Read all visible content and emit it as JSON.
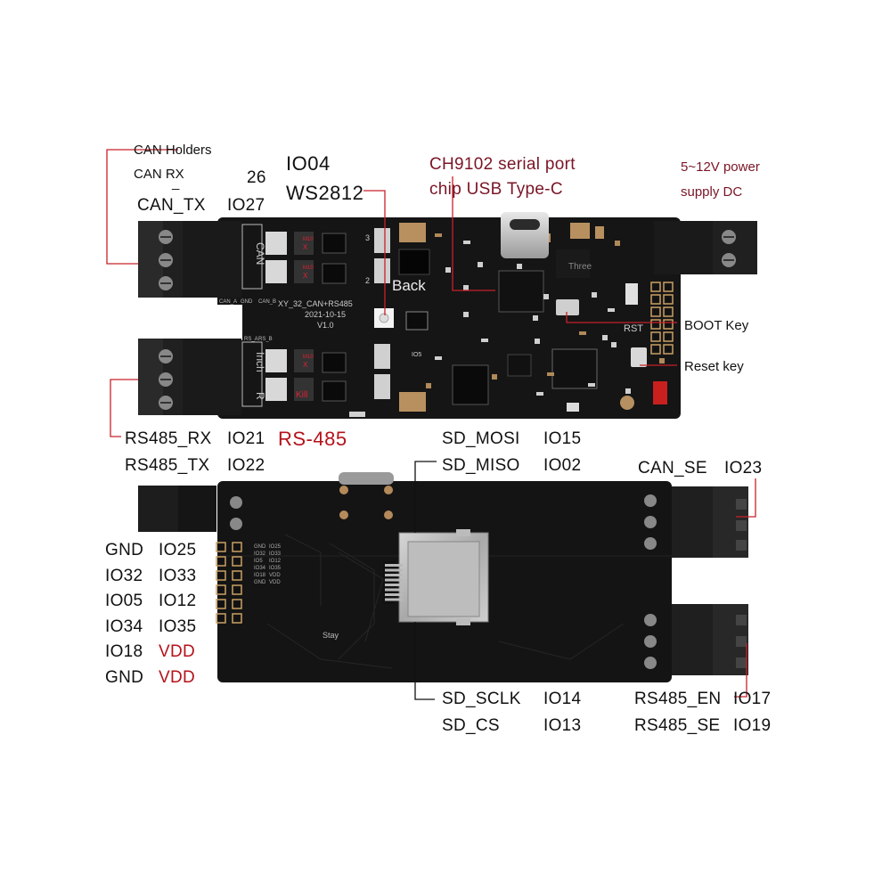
{
  "colors": {
    "accent": "#b5121b",
    "leader": "#c8202a",
    "board": "#151515",
    "terminal": "#222222"
  },
  "top_board": {
    "silk": {
      "can_a": "CAN_A",
      "gnd": "GND",
      "can_b": "CAN_B",
      "rs_a": "RS_A",
      "rs_b": "RS_B",
      "name": "XY_32_CAN+RS485",
      "date": "2021-10-15",
      "version": "V1.0",
      "can_block": "CAN",
      "inch": "Inch",
      "r": "R",
      "back": "Back",
      "three": "Three",
      "rst": "RST",
      "m10a": "M10",
      "x_a": "X",
      "m10b": "M10",
      "x_b": "X",
      "m10c": "M10",
      "x_c": "X",
      "kill": "Kill",
      "n3": "3",
      "n2": "2",
      "io5": "IO5"
    }
  },
  "bottom_board": {
    "silk": {
      "pins_left": [
        "GND",
        "IO32",
        "IO5",
        "IO34",
        "IO18",
        "GND"
      ],
      "pins_right": [
        "IO25",
        "IO33",
        "IO12",
        "IO35",
        "VDD",
        "VDD"
      ],
      "stay": "Stay"
    }
  },
  "labels": {
    "can_holders": "CAN Holders",
    "can_rx": "CAN RX",
    "dash": "_",
    "n26": "26",
    "can_tx": "CAN_TX",
    "io27": "IO27",
    "io04": "IO04",
    "ws2812": "WS2812",
    "ch9102_1": "CH9102 serial port",
    "ch9102_2": "chip USB Type-C",
    "power_1": "5~12V power",
    "power_2": "supply DC",
    "boot_key": "BOOT Key",
    "reset_key": "Reset key",
    "rs485_rx": "RS485_RX",
    "io21": "IO21",
    "rs485": "RS-485",
    "rs485_tx": "RS485_TX",
    "io22": "IO22",
    "sd_mosi": "SD_MOSI",
    "io15": "IO15",
    "sd_miso": "SD_MISO",
    "io02": "IO02",
    "can_se": "CAN_SE",
    "io23": "IO23",
    "pin_rows": [
      {
        "a": "GND",
        "b": "IO25",
        "b_red": false
      },
      {
        "a": "IO32",
        "b": "IO33",
        "b_red": false
      },
      {
        "a": "IO05",
        "b": "IO12",
        "b_red": false
      },
      {
        "a": "IO34",
        "b": "IO35",
        "b_red": false
      },
      {
        "a": "IO18",
        "b": "VDD",
        "b_red": true
      },
      {
        "a": "GND",
        "b": "VDD",
        "b_red": true
      }
    ],
    "sd_sclk": "SD_SCLK",
    "io14": "IO14",
    "sd_cs": "SD_CS",
    "io13": "IO13",
    "rs485_en": "RS485_EN",
    "io17": "IO17",
    "rs485_se": "RS485_SE",
    "io19": "IO19"
  }
}
